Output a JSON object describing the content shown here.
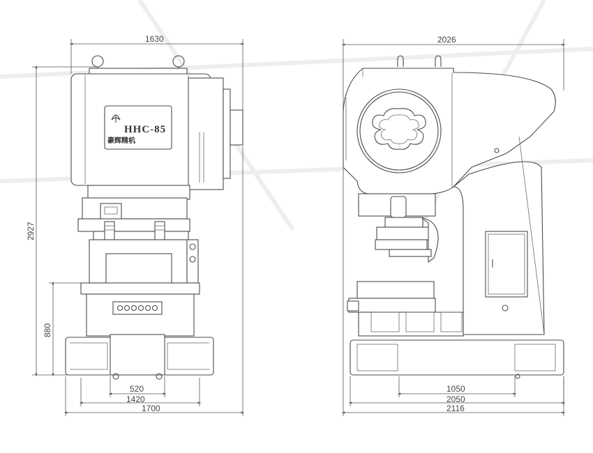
{
  "front_view": {
    "width_total": "1630",
    "height_total": "2927",
    "table_height": "880",
    "base_inner": "520",
    "base_mid": "1420",
    "base_total": "1700",
    "nameplate_model": "HHC-85",
    "nameplate_brand": "豪辉精机"
  },
  "side_view": {
    "width_total": "2026",
    "base_inner": "1050",
    "base_mid": "2050",
    "base_total": "2116"
  },
  "colors": {
    "line": "#4a4a4a",
    "background": "#ffffff"
  }
}
